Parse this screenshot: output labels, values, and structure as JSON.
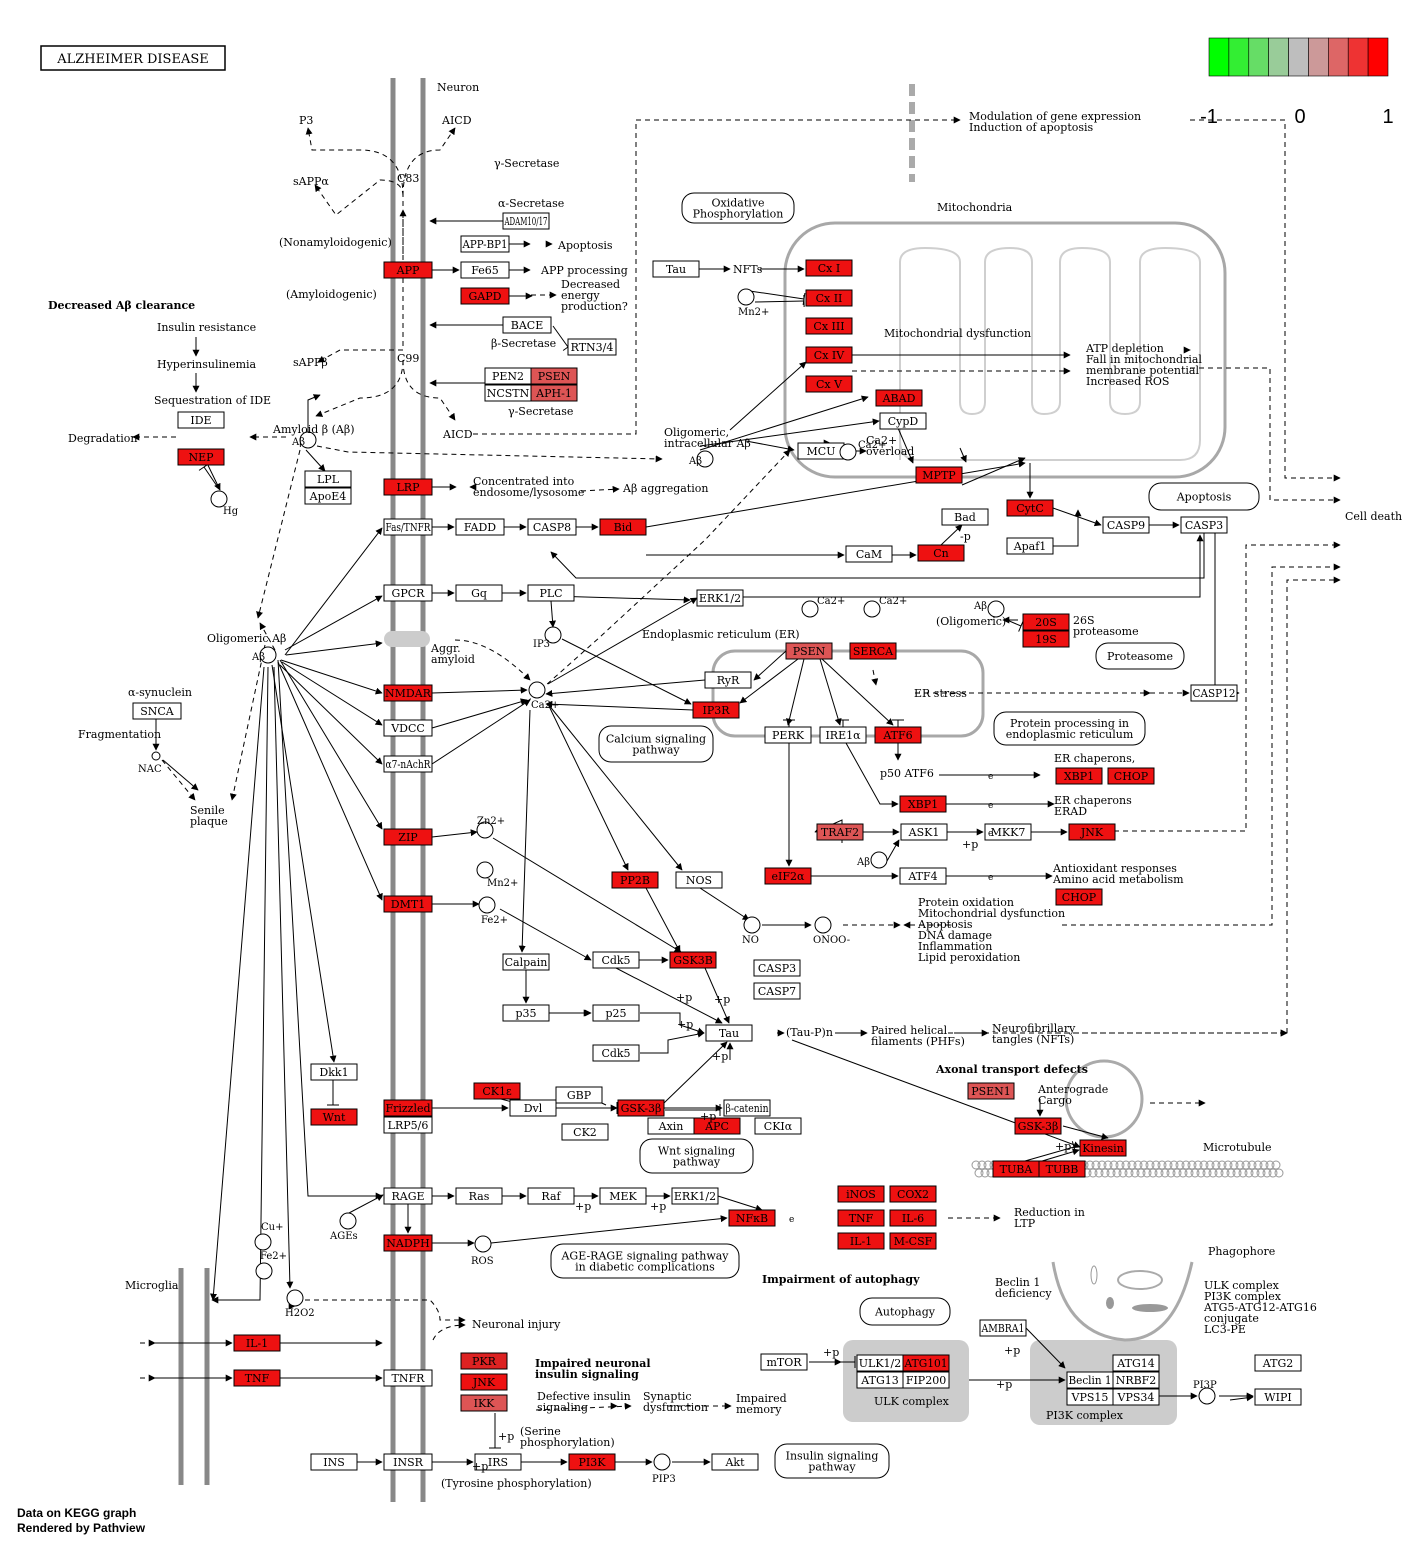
{
  "title": "ALZHEIMER DISEASE",
  "legend": {
    "colors": [
      "#00ff00",
      "#33ee33",
      "#66dd66",
      "#99cc99",
      "#bebebe",
      "#cc9999",
      "#dd6666",
      "#ee3333",
      "#ff0000"
    ],
    "ticks": [
      "-1",
      "0",
      "1"
    ]
  },
  "footer": {
    "line1": "Data on KEGG graph",
    "line2": "Rendered by Pathview"
  },
  "colors": {
    "up": "#ff0000",
    "mid": "#e8574f",
    "weak": "#cc6666",
    "pathway_border": "#000000"
  },
  "nodes": [
    {
      "id": "app",
      "label": "APP",
      "fill": "#ee1111"
    },
    {
      "id": "app-bp1",
      "label": "APP-BP1"
    },
    {
      "id": "fe65",
      "label": "Fe65"
    },
    {
      "id": "gapd",
      "label": "GAPD",
      "fill": "#ee1111"
    },
    {
      "id": "adam1017",
      "label": "ADAM10/17"
    },
    {
      "id": "bace",
      "label": "BACE"
    },
    {
      "id": "rtn34",
      "label": "RTN3/4"
    },
    {
      "id": "pen2",
      "label": "PEN2"
    },
    {
      "id": "psen-g",
      "label": "PSEN",
      "fill": "#dd5555"
    },
    {
      "id": "ncstn",
      "label": "NCSTN"
    },
    {
      "id": "aph1",
      "label": "APH-1",
      "fill": "#dd5555"
    },
    {
      "id": "ide",
      "label": "IDE"
    },
    {
      "id": "nep",
      "label": "NEP",
      "fill": "#ee1111"
    },
    {
      "id": "lpl",
      "label": "LPL"
    },
    {
      "id": "apoe4",
      "label": "ApoE4"
    },
    {
      "id": "lrp",
      "label": "LRP",
      "fill": "#ee1111"
    },
    {
      "id": "fastnfr",
      "label": "Fas/TNFR"
    },
    {
      "id": "fadd",
      "label": "FADD"
    },
    {
      "id": "casp8",
      "label": "CASP8"
    },
    {
      "id": "bid",
      "label": "Bid",
      "fill": "#ee1111"
    },
    {
      "id": "gpcr",
      "label": "GPCR"
    },
    {
      "id": "gq",
      "label": "Gq"
    },
    {
      "id": "plc",
      "label": "PLC"
    },
    {
      "id": "nmdar",
      "label": "NMDAR",
      "fill": "#ee1111"
    },
    {
      "id": "vdcc",
      "label": "VDCC"
    },
    {
      "id": "a7nachr",
      "label": "α7-nAchR"
    },
    {
      "id": "snca",
      "label": "SNCA"
    },
    {
      "id": "zip",
      "label": "ZIP",
      "fill": "#ee1111"
    },
    {
      "id": "dmt1",
      "label": "DMT1",
      "fill": "#ee1111"
    },
    {
      "id": "dkk1",
      "label": "Dkk1"
    },
    {
      "id": "wnt",
      "label": "Wnt",
      "fill": "#ee1111"
    },
    {
      "id": "frizzled",
      "label": "Frizzled",
      "fill": "#ee1111"
    },
    {
      "id": "lrp56",
      "label": "LRP5/6"
    },
    {
      "id": "rage",
      "label": "RAGE"
    },
    {
      "id": "nadph",
      "label": "NADPH",
      "fill": "#ee1111"
    },
    {
      "id": "il1-m",
      "label": "IL-1",
      "fill": "#ee1111"
    },
    {
      "id": "tnf-m",
      "label": "TNF",
      "fill": "#ee1111"
    },
    {
      "id": "tnfr",
      "label": "TNFR"
    },
    {
      "id": "pkr",
      "label": "PKR",
      "fill": "#dd2222"
    },
    {
      "id": "jnk-i",
      "label": "JNK",
      "fill": "#ee1111"
    },
    {
      "id": "ikk",
      "label": "IKK",
      "fill": "#dd5555"
    },
    {
      "id": "ins",
      "label": "INS"
    },
    {
      "id": "insr",
      "label": "INSR"
    },
    {
      "id": "irs",
      "label": "IRS"
    },
    {
      "id": "pi3k",
      "label": "PI3K",
      "fill": "#ee1111"
    },
    {
      "id": "akt",
      "label": "Akt"
    },
    {
      "id": "tau-top",
      "label": "Tau"
    },
    {
      "id": "cx1",
      "label": "Cx I",
      "fill": "#ee1111"
    },
    {
      "id": "cx2",
      "label": "Cx II",
      "fill": "#ee1111"
    },
    {
      "id": "cx3",
      "label": "Cx III",
      "fill": "#ee1111"
    },
    {
      "id": "cx4",
      "label": "Cx IV",
      "fill": "#ee1111"
    },
    {
      "id": "cx5",
      "label": "Cx V",
      "fill": "#ee1111"
    },
    {
      "id": "abad",
      "label": "ABAD",
      "fill": "#ee1111"
    },
    {
      "id": "cypd",
      "label": "CypD"
    },
    {
      "id": "mcu",
      "label": "MCU"
    },
    {
      "id": "mptp",
      "label": "MPTP",
      "fill": "#ee1111"
    },
    {
      "id": "cytc",
      "label": "CytC",
      "fill": "#ee1111"
    },
    {
      "id": "bad",
      "label": "Bad"
    },
    {
      "id": "apaf1",
      "label": "Apaf1"
    },
    {
      "id": "casp9",
      "label": "CASP9"
    },
    {
      "id": "casp3",
      "label": "CASP3"
    },
    {
      "id": "cam",
      "label": "CaM"
    },
    {
      "id": "cn",
      "label": "Cn",
      "fill": "#ee1111"
    },
    {
      "id": "erk12-a",
      "label": "ERK1/2"
    },
    {
      "id": "20s",
      "label": "20S",
      "fill": "#ee1111"
    },
    {
      "id": "19s",
      "label": "19S",
      "fill": "#ee1111"
    },
    {
      "id": "psen-er",
      "label": "PSEN",
      "fill": "#dd5555"
    },
    {
      "id": "serca",
      "label": "SERCA",
      "fill": "#ee1111"
    },
    {
      "id": "ryr",
      "label": "RyR"
    },
    {
      "id": "ip3r",
      "label": "IP3R",
      "fill": "#ee1111"
    },
    {
      "id": "perk",
      "label": "PERK"
    },
    {
      "id": "ire1a",
      "label": "IRE1α"
    },
    {
      "id": "atf6",
      "label": "ATF6",
      "fill": "#ee1111"
    },
    {
      "id": "casp12",
      "label": "CASP12"
    },
    {
      "id": "xbp1-a",
      "label": "XBP1",
      "fill": "#ee1111"
    },
    {
      "id": "chop-a",
      "label": "CHOP",
      "fill": "#ee1111"
    },
    {
      "id": "xbp1-b",
      "label": "XBP1",
      "fill": "#ee1111"
    },
    {
      "id": "traf2",
      "label": "TRAF2",
      "fill": "#dd5555"
    },
    {
      "id": "ask1",
      "label": "ASK1"
    },
    {
      "id": "mkk7",
      "label": "MKK7"
    },
    {
      "id": "jnk-er",
      "label": "JNK",
      "fill": "#ee1111"
    },
    {
      "id": "eif2a",
      "label": "eIF2α",
      "fill": "#ee1111"
    },
    {
      "id": "atf4",
      "label": "ATF4"
    },
    {
      "id": "chop-b",
      "label": "CHOP",
      "fill": "#ee1111"
    },
    {
      "id": "pp2b",
      "label": "PP2B",
      "fill": "#ee1111"
    },
    {
      "id": "nos",
      "label": "NOS"
    },
    {
      "id": "calpain",
      "label": "Calpain"
    },
    {
      "id": "cdk5-a",
      "label": "Cdk5"
    },
    {
      "id": "gsk3b-a",
      "label": "GSK3B",
      "fill": "#ee1111"
    },
    {
      "id": "casp3-b",
      "label": "CASP3"
    },
    {
      "id": "casp7",
      "label": "CASP7"
    },
    {
      "id": "p35",
      "label": "p35"
    },
    {
      "id": "p25",
      "label": "p25"
    },
    {
      "id": "tau-mid",
      "label": "Tau"
    },
    {
      "id": "cdk5-b",
      "label": "Cdk5"
    },
    {
      "id": "ck1e",
      "label": "CK1ε",
      "fill": "#ee1111"
    },
    {
      "id": "dvl",
      "label": "Dvl"
    },
    {
      "id": "gbp",
      "label": "GBP"
    },
    {
      "id": "ck2",
      "label": "CK2"
    },
    {
      "id": "gsk3b-b",
      "label": "GSK-3β",
      "fill": "#ee1111"
    },
    {
      "id": "bcatenin",
      "label": "β-catenin"
    },
    {
      "id": "axin",
      "label": "Axin"
    },
    {
      "id": "apc",
      "label": "APC",
      "fill": "#ee1111"
    },
    {
      "id": "ck1a",
      "label": "CKIα"
    },
    {
      "id": "psen1",
      "label": "PSEN1",
      "fill": "#dd5555"
    },
    {
      "id": "gsk3b-c",
      "label": "GSK-3β",
      "fill": "#ee1111"
    },
    {
      "id": "kinesin",
      "label": "Kinesin",
      "fill": "#ee1111"
    },
    {
      "id": "tuba",
      "label": "TUBA",
      "fill": "#ee1111"
    },
    {
      "id": "tubb",
      "label": "TUBB",
      "fill": "#ee1111"
    },
    {
      "id": "ras",
      "label": "Ras"
    },
    {
      "id": "raf",
      "label": "Raf"
    },
    {
      "id": "mek",
      "label": "MEK"
    },
    {
      "id": "erk12-b",
      "label": "ERK1/2"
    },
    {
      "id": "nfkb",
      "label": "NFκB",
      "fill": "#ee1111"
    },
    {
      "id": "inos",
      "label": "iNOS",
      "fill": "#ee1111"
    },
    {
      "id": "cox2",
      "label": "COX2",
      "fill": "#ee1111"
    },
    {
      "id": "tnf-b",
      "label": "TNF",
      "fill": "#ee1111"
    },
    {
      "id": "il6",
      "label": "IL-6",
      "fill": "#ee1111"
    },
    {
      "id": "il1-b",
      "label": "IL-1",
      "fill": "#ee1111"
    },
    {
      "id": "mcsf",
      "label": "M-CSF",
      "fill": "#ee1111"
    },
    {
      "id": "mtor",
      "label": "mTOR"
    },
    {
      "id": "ulk12",
      "label": "ULK1/2"
    },
    {
      "id": "atg101",
      "label": "ATG101",
      "fill": "#ee1111"
    },
    {
      "id": "atg13",
      "label": "ATG13"
    },
    {
      "id": "fip200",
      "label": "FIP200"
    },
    {
      "id": "ambra1",
      "label": "AMBRA1"
    },
    {
      "id": "beclin1",
      "label": "Beclin 1"
    },
    {
      "id": "atg14",
      "label": "ATG14"
    },
    {
      "id": "nrbf2",
      "label": "NRBF2"
    },
    {
      "id": "vps15",
      "label": "VPS15"
    },
    {
      "id": "vps34",
      "label": "VPS34"
    },
    {
      "id": "atg2",
      "label": "ATG2"
    },
    {
      "id": "wipi",
      "label": "WIPI"
    }
  ],
  "pathways": [
    {
      "id": "oxphos",
      "label": "Oxidative\nPhosphorylation"
    },
    {
      "id": "apoptosis",
      "label": "Apoptosis"
    },
    {
      "id": "proteasome",
      "label": "Proteasome"
    },
    {
      "id": "calcium",
      "label": "Calcium signaling\npathway"
    },
    {
      "id": "protein-processing",
      "label": "Protein processing in\nendoplasmic reticulum"
    },
    {
      "id": "wnt",
      "label": "Wnt signaling\npathway"
    },
    {
      "id": "age-rage",
      "label": "AGE-RAGE signaling pathway\nin diabetic complications"
    },
    {
      "id": "autophagy",
      "label": "Autophagy"
    },
    {
      "id": "insulin",
      "label": "Insulin signaling\npathway"
    }
  ],
  "compounds": [
    {
      "id": "ab1",
      "label": "Aβ"
    },
    {
      "id": "ab-olig",
      "label": "Aβ"
    },
    {
      "id": "hg",
      "label": "Hg"
    },
    {
      "id": "mn-mito",
      "label": "Mn2+"
    },
    {
      "id": "ab-intra",
      "label": "Aβ"
    },
    {
      "id": "ca-mito",
      "label": "Ca2+"
    },
    {
      "id": "ip3",
      "label": "IP3"
    },
    {
      "id": "ca-cyto",
      "label": "Ca2+"
    },
    {
      "id": "ca-er1",
      "label": "Ca2+"
    },
    {
      "id": "ca-er2",
      "label": "Ca2+"
    },
    {
      "id": "ab-er",
      "label": "Aβ"
    },
    {
      "id": "zn",
      "label": "Zn2+"
    },
    {
      "id": "mn",
      "label": "Mn2+"
    },
    {
      "id": "fe",
      "label": "Fe2+"
    },
    {
      "id": "no",
      "label": "NO"
    },
    {
      "id": "onoo",
      "label": "ONOO-"
    },
    {
      "id": "ab-ask",
      "label": "Aβ"
    },
    {
      "id": "nac",
      "label": "NAC"
    },
    {
      "id": "ages",
      "label": "AGEs"
    },
    {
      "id": "ros",
      "label": "ROS"
    },
    {
      "id": "cu",
      "label": "Cu+"
    },
    {
      "id": "fe2",
      "label": "Fe2+"
    },
    {
      "id": "h2o2",
      "label": "H2O2"
    },
    {
      "id": "pip3",
      "label": "PIP3"
    },
    {
      "id": "pi3p",
      "label": "PI3P"
    }
  ],
  "labels": [
    {
      "id": "neuron",
      "text": "Neuron"
    },
    {
      "id": "p3",
      "text": "P3"
    },
    {
      "id": "aicd1",
      "text": "AICD"
    },
    {
      "id": "gsec1",
      "text": "γ-Secretase"
    },
    {
      "id": "c83",
      "text": "C83"
    },
    {
      "id": "sappa",
      "text": "sAPPα"
    },
    {
      "id": "asec",
      "text": "α-Secretase"
    },
    {
      "id": "nonamy",
      "text": "(Nonamyloidogenic)"
    },
    {
      "id": "apop1",
      "text": "Apoptosis"
    },
    {
      "id": "appproc",
      "text": "APP processing"
    },
    {
      "id": "decen",
      "text": "Decreased\nenergy\nproduction?"
    },
    {
      "id": "amy",
      "text": "(Amyloidogenic)"
    },
    {
      "id": "bsec",
      "text": "β-Secretase"
    },
    {
      "id": "sappb",
      "text": "sAPPβ"
    },
    {
      "id": "c99",
      "text": "C99"
    },
    {
      "id": "gsec2",
      "text": "γ-Secretase"
    },
    {
      "id": "aicd2",
      "text": "AICD"
    },
    {
      "id": "abclear",
      "text": "Decreased Aβ clearance"
    },
    {
      "id": "insres",
      "text": "Insulin resistance"
    },
    {
      "id": "hyper",
      "text": "Hyperinsulinemia"
    },
    {
      "id": "seqide",
      "text": "Sequestration of IDE"
    },
    {
      "id": "degr",
      "text": "Degradation"
    },
    {
      "id": "amyb",
      "text": "Amyloid β (Aβ)"
    },
    {
      "id": "endo",
      "text": "Concentrated into\nendosome/lysosome"
    },
    {
      "id": "abagg",
      "text": "Aβ aggregation"
    },
    {
      "id": "olab",
      "text": "Oligomeric Aβ"
    },
    {
      "id": "asyn",
      "text": "α-synuclein"
    },
    {
      "id": "frag",
      "text": "Fragmentation"
    },
    {
      "id": "senile",
      "text": "Senile\nplaque"
    },
    {
      "id": "aggr",
      "text": "Aggr.\namyloid"
    },
    {
      "id": "modgene",
      "text": "Modulation of gene expression\nInduction of apoptosis"
    },
    {
      "id": "mito",
      "text": "Mitochondria"
    },
    {
      "id": "nfts",
      "text": "NFTs"
    },
    {
      "id": "mitodys",
      "text": "Mitochondrial dysfunction"
    },
    {
      "id": "atpdep",
      "text": "ATP depletion\nFall in mitochondrial\nmembrane potential\nIncreased ROS"
    },
    {
      "id": "olintra",
      "text": "Oligomeric,\nintracellular Aβ"
    },
    {
      "id": "caover",
      "text": "Ca2+\noverload"
    },
    {
      "id": "celldeath",
      "text": "Cell death"
    },
    {
      "id": "erlbl",
      "text": "Endoplasmic reticulum (ER)"
    },
    {
      "id": "abol",
      "text": "(Oligomeric)"
    },
    {
      "id": "26s",
      "text": "26S\nproteasome"
    },
    {
      "id": "erstress",
      "text": "ER stress"
    },
    {
      "id": "p50",
      "text": "p50 ATF6"
    },
    {
      "id": "erchap1",
      "text": "ER chaperons,"
    },
    {
      "id": "erchap2",
      "text": "ER chaperons\nERAD"
    },
    {
      "id": "antiox",
      "text": "Antioxidant responses\nAmino acid metabolism"
    },
    {
      "id": "protox",
      "text": "Protein oxidation\nMitochondrial dysfunction\nApoptosis\nDNA damage\nInflammation\nLipid peroxidation"
    },
    {
      "id": "taupn",
      "text": "(Tau-P)n"
    },
    {
      "id": "phfs",
      "text": "Paired helical\nfilaments (PHFs)"
    },
    {
      "id": "nft2",
      "text": "Neurofibrillary\ntangles (NFTs)"
    },
    {
      "id": "axonal",
      "text": "Axonal transport defects"
    },
    {
      "id": "antero",
      "text": "Anterograde\nCargo"
    },
    {
      "id": "microtub",
      "text": "Microtubule"
    },
    {
      "id": "ltp",
      "text": "Reduction in\nLTP"
    },
    {
      "id": "microglia",
      "text": "Microglia"
    },
    {
      "id": "neurinj",
      "text": "Neuronal injury"
    },
    {
      "id": "impaut",
      "text": "Impairment of autophagy"
    },
    {
      "id": "phago",
      "text": "Phagophore"
    },
    {
      "id": "ulkcx",
      "text": "ULK complex\nPI3K complex\nATG5-ATG12-ATG16\nconjugate\nLC3-PE"
    },
    {
      "id": "becdef",
      "text": "Beclin 1\ndeficiency"
    },
    {
      "id": "ulkcomplex",
      "text": "ULK complex"
    },
    {
      "id": "pi3kcomplex",
      "text": "PI3K complex"
    },
    {
      "id": "impins",
      "text": "Impaired neuronal\ninsulin signaling"
    },
    {
      "id": "defins",
      "text": "Defective insulin\nsignaling"
    },
    {
      "id": "synap",
      "text": "Synaptic\ndysfunction"
    },
    {
      "id": "impmem",
      "text": "Impaired\nmemory"
    },
    {
      "id": "serine",
      "text": "(Serine\nphosphorylation)"
    },
    {
      "id": "tyro",
      "text": "(Tyrosine phosphorylation)"
    },
    {
      "id": "plus",
      "text": "+p"
    },
    {
      "id": "minusp",
      "text": "-p"
    },
    {
      "id": "e",
      "text": "e"
    }
  ]
}
